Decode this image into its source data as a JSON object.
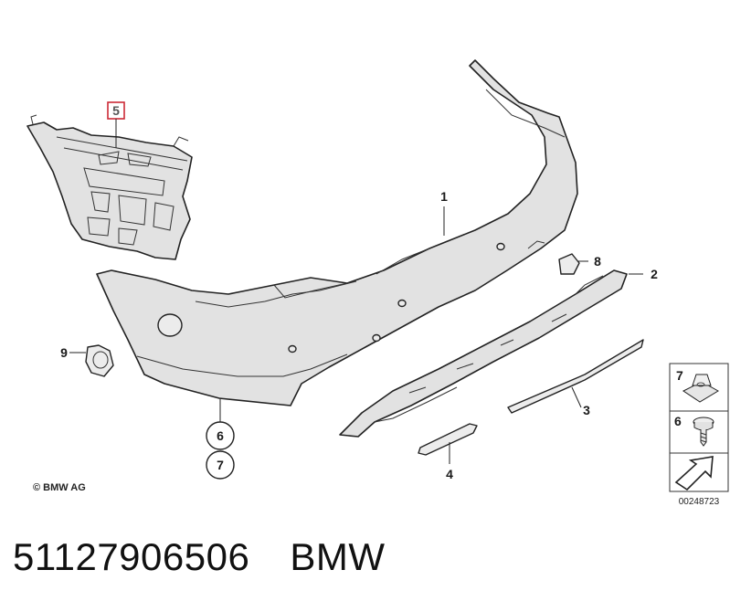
{
  "callouts": {
    "bumper_trim": "1",
    "trim_strip_right": "2",
    "trim_strip_lower": "3",
    "reflector_strip": "4",
    "bracket": "5",
    "screw": "6",
    "nut": "7",
    "tow_hook_cover_right": "8",
    "tow_hook_cover_left": "9"
  },
  "legend": {
    "item_7": "7",
    "item_6": "6"
  },
  "copyright": "© BMW AG",
  "reference_number": "00248723",
  "caption": {
    "part_number": "51127906506",
    "brand": "BMW"
  },
  "colors": {
    "highlight_box": "#cc2a36",
    "part_fill": "#e2e2e2",
    "outline": "#222222"
  }
}
